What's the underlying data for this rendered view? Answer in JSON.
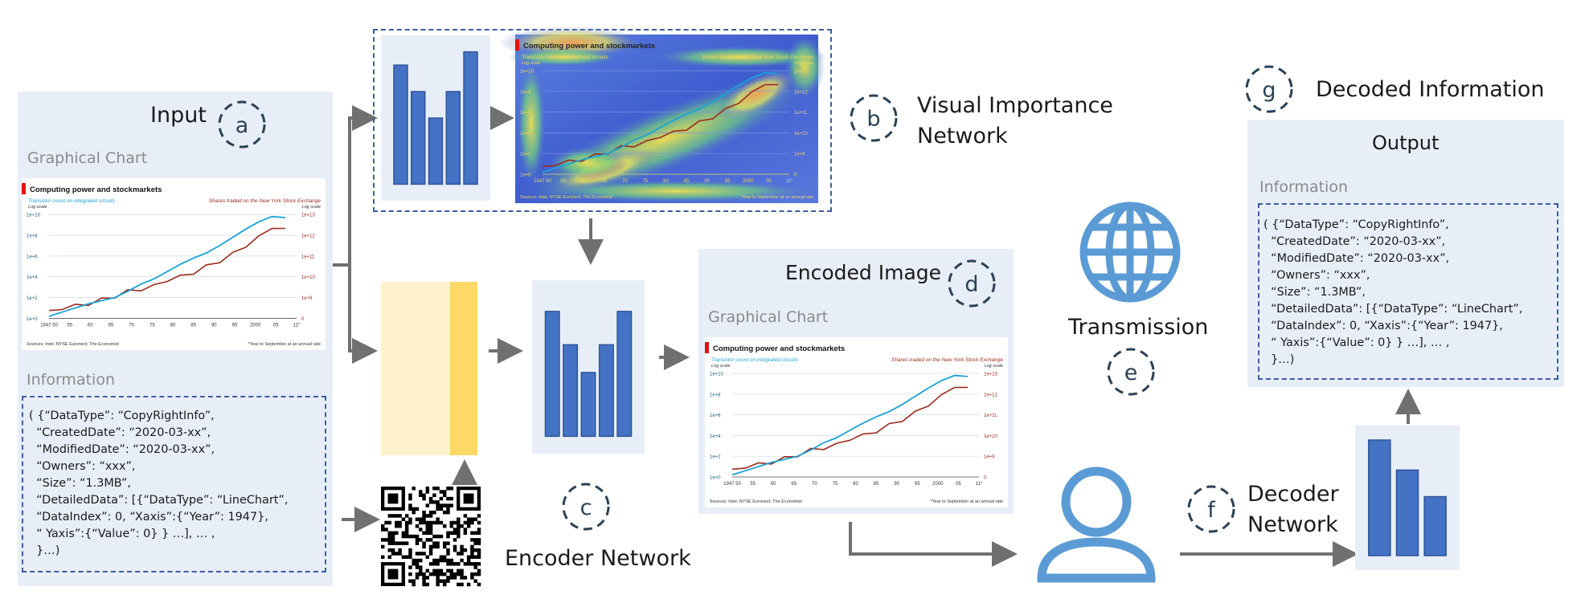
{
  "labels": {
    "a": "a",
    "b": "b",
    "c": "c",
    "d": "d",
    "e": "e",
    "f": "f",
    "g": "g"
  },
  "input": {
    "title": "Input",
    "chart_label": "Graphical Chart",
    "info_label": "Information",
    "info_text": "( {“DataType”: “CopyRightInfo”,\n  “CreatedDate”: “2020-03-xx”,\n  “ModifiedDate”: “2020-03-xx”,\n  “Owners”: “xxx”,\n  “Size”: “1.3MB”,\n  “DetailedData”: [{“DataType”: “LineChart”,\n  “DataIndex”: 0, “Xaxis”:{“Year”: 1947},\n  “ Yaxis”:{“Value”: 0} } …], … ,\n  }…)"
  },
  "visual_importance": {
    "title_line1": "Visual Importance",
    "title_line2": "Network"
  },
  "encoder": {
    "title": "Encoder Network"
  },
  "encoded": {
    "title": "Encoded Image",
    "chart_label": "Graphical Chart"
  },
  "transmission": {
    "title": "Transmission"
  },
  "decoder": {
    "title_line1": "Decoder",
    "title_line2": "Network"
  },
  "decoded": {
    "title": "Decoded Information",
    "output_label": "Output",
    "info_label": "Information",
    "info_text": "( {“DataType”: “CopyRightInfo”,\n  “CreatedDate”: “2020-03-xx”,\n  “ModifiedDate”: “2020-03-xx”,\n  “Owners”: “xxx”,\n  “Size”: “1.3MB”,\n  “DetailedData”: [{“DataType”: “LineChart”,\n  “DataIndex”: 0, “Xaxis”:{“Year”: 1947},\n  “ Yaxis”:{“Value”: 0} } …], … ,\n  }…)"
  },
  "mini_chart": {
    "title": "Computing power and stockmarkets",
    "left_series": "Transistor count on integrated circuits",
    "left_scale": "Log scale",
    "right_series": "Shares traded on the New York Stock Exchange",
    "right_scale": "Log scale",
    "left_ticks": [
      "1e+10",
      "1e+8",
      "1e+6",
      "1e+4",
      "1e+2",
      "1e+0"
    ],
    "right_ticks": [
      "1e+13",
      "1e+12",
      "1e+11",
      "1e+10",
      "1e+9",
      "0"
    ],
    "x_ticks": [
      "1947 50",
      "55",
      "60",
      "65",
      "70",
      "75",
      "80",
      "85",
      "90",
      "95",
      "2000",
      "05",
      "11*"
    ],
    "source": "Sources: Intel; NYSE Euronext; The Economist",
    "footnote": "*Year to September at an annual rate"
  },
  "colors": {
    "panel": "#e8eef8",
    "bar": "#4472c4",
    "accent_dashed": "#3b5ea0",
    "arrow": "#707070",
    "transmission_icon": "#5b9bd5",
    "series_blue": "#1aa3d6",
    "series_red": "#9b2a1c",
    "chart_red": "#e3120b",
    "encoder_light": "#fff2cc",
    "encoder_dark": "#ffd966"
  },
  "chart_data": [
    {
      "type": "bar",
      "name_hint": "visual-importance-network-icon",
      "values": [
        0.9,
        0.7,
        0.5,
        0.7,
        1.0
      ]
    },
    {
      "type": "bar",
      "name_hint": "encoder-network-icon",
      "values": [
        0.9,
        0.66,
        0.46,
        0.66,
        0.9
      ]
    },
    {
      "type": "bar",
      "name_hint": "decoder-network-icon",
      "values": [
        1.0,
        0.74,
        0.51
      ]
    }
  ]
}
